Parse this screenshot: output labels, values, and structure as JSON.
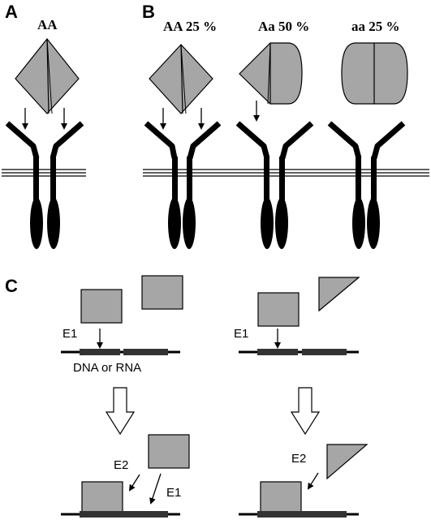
{
  "panels": {
    "a": {
      "letter": "A",
      "genotype": "AA"
    },
    "b": {
      "letter": "B",
      "genotypes": [
        "AA 25 %",
        "Aa 50 %",
        "aa 25 %"
      ]
    },
    "c": {
      "letter": "C",
      "nucleic_acid_label": "DNA or RNA",
      "left": {
        "e1_top": "E1",
        "e2": "E2",
        "e1_bottom": "E1"
      },
      "right": {
        "e1_top": "E1",
        "e2": "E2"
      }
    }
  },
  "colors": {
    "ligand_fill": "#a6a6a6",
    "ink": "#000000",
    "block_fill": "#333333"
  }
}
